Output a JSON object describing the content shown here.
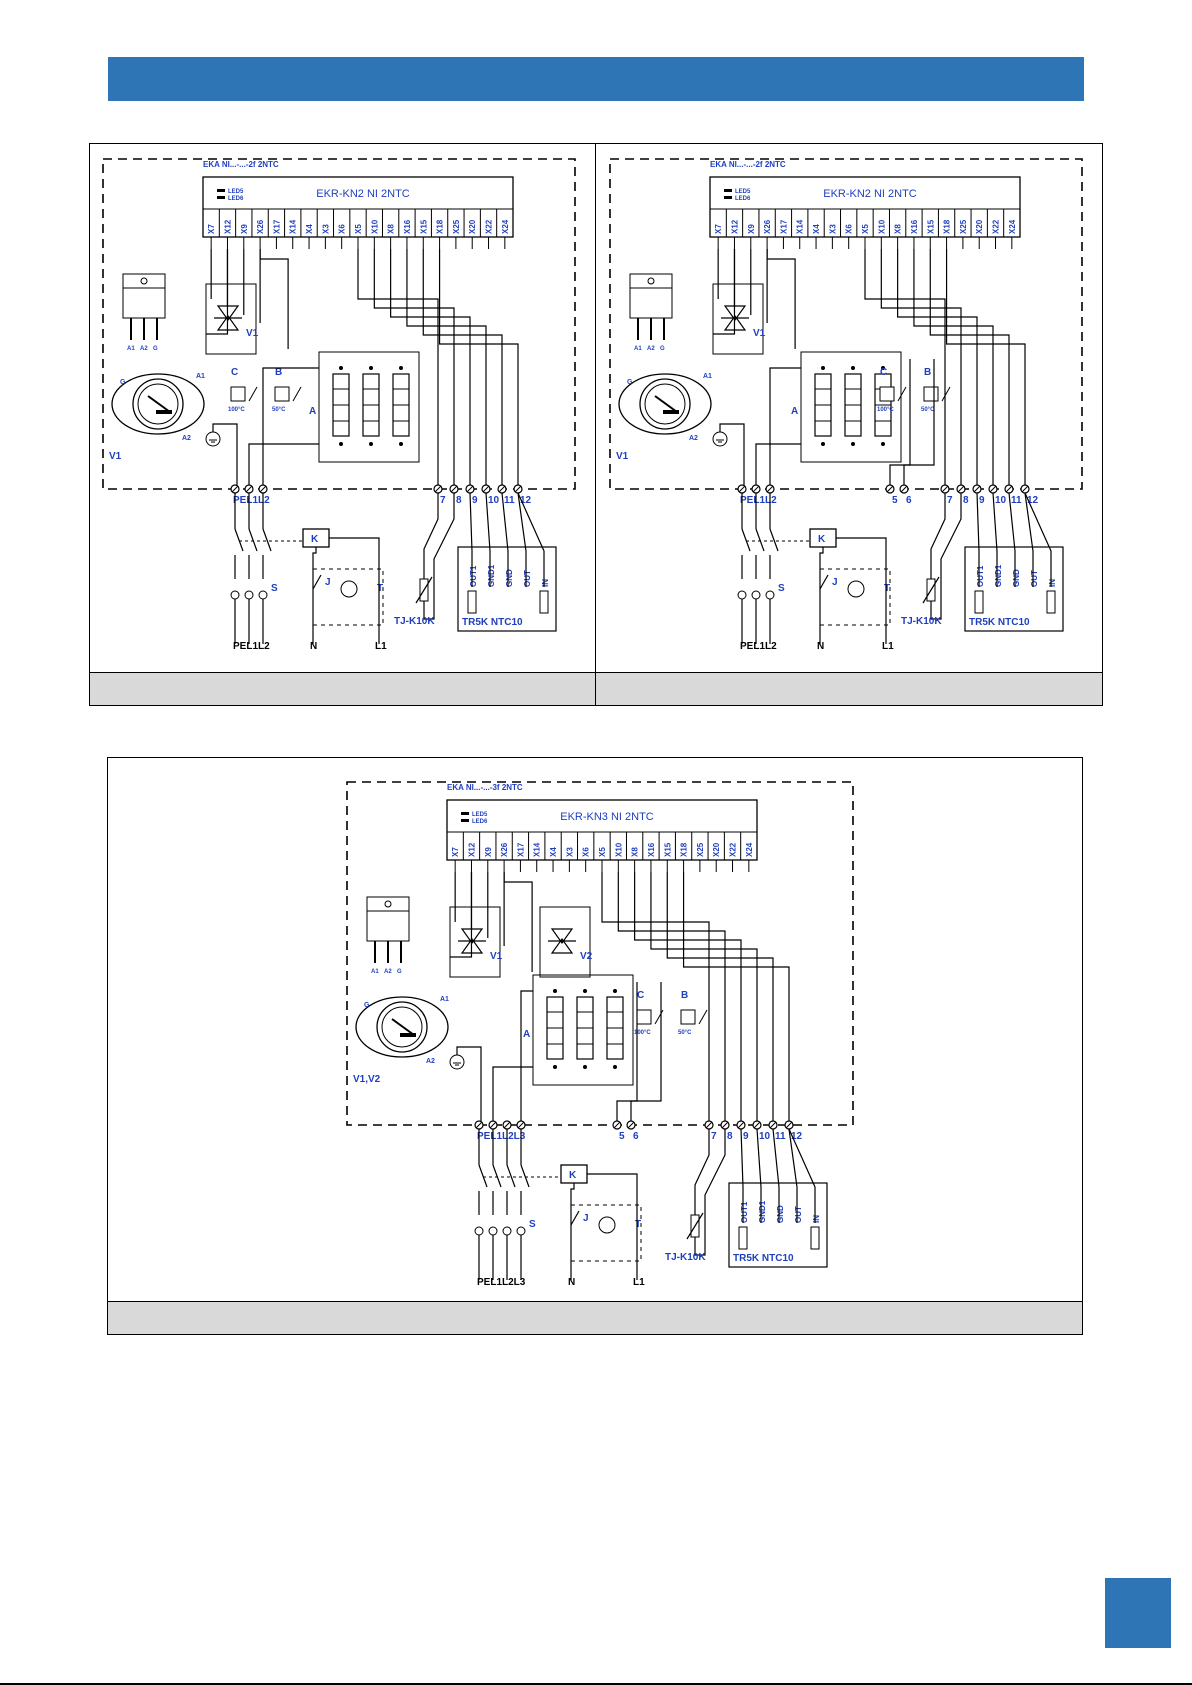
{
  "header": {
    "accent_color": "#2e75b6"
  },
  "wiring_diagrams": [
    {
      "id": "diagram-1",
      "heater_label": "EKA NI...-...-2f 2NTC",
      "controller": "EKR-KN2 NI 2NTC",
      "leds": [
        "LED5",
        "LED6"
      ],
      "terminals": [
        "X7",
        "X12",
        "X9",
        "X26",
        "X17",
        "X14",
        "X4",
        "X3",
        "X6",
        "X5",
        "X10",
        "X8",
        "X16",
        "X15",
        "X18",
        "X25",
        "X20",
        "X22",
        "X24"
      ],
      "triac": "V1",
      "triac_pins": [
        "A1",
        "A2",
        "G"
      ],
      "thermostats": [
        {
          "label": "C",
          "temp": "100°C"
        },
        {
          "label": "B",
          "temp": "50°C"
        }
      ],
      "heater_block": "A",
      "power_terminals": [
        "PE",
        "L1",
        "L2"
      ],
      "signal_terminals": [
        "7",
        "8",
        "9",
        "10",
        "11",
        "12"
      ],
      "contactor": "K",
      "switch": "S",
      "jumper": "J",
      "timer": "T",
      "sensor": "TJ-K10K",
      "module": "TR5K NTC10",
      "module_pins": [
        "OUT1",
        "GND1",
        "GND",
        "OUT",
        "IN"
      ],
      "supply": [
        "PE",
        "L1",
        "L2"
      ],
      "neutral": "N",
      "aux_line": "L1"
    },
    {
      "id": "diagram-2",
      "heater_label": "EKA NI...-...-2f 2NTC",
      "controller": "EKR-KN2 NI 2NTC",
      "leds": [
        "LED5",
        "LED6"
      ],
      "terminals": [
        "X7",
        "X12",
        "X9",
        "X26",
        "X17",
        "X14",
        "X4",
        "X3",
        "X6",
        "X5",
        "X10",
        "X8",
        "X16",
        "X15",
        "X18",
        "X25",
        "X20",
        "X22",
        "X24"
      ],
      "triac": "V1",
      "triac_pins": [
        "A1",
        "A2",
        "G"
      ],
      "thermostats": [
        {
          "label": "C",
          "temp": "100°C"
        },
        {
          "label": "B",
          "temp": "50°C"
        }
      ],
      "heater_block": "A",
      "power_terminals": [
        "PE",
        "L1",
        "L2"
      ],
      "mid_terminals": [
        "5",
        "6"
      ],
      "signal_terminals": [
        "7",
        "8",
        "9",
        "10",
        "11",
        "12"
      ],
      "contactor": "K",
      "switch": "S",
      "jumper": "J",
      "timer": "T",
      "sensor": "TJ-K10K",
      "module": "TR5K NTC10",
      "module_pins": [
        "OUT1",
        "GND1",
        "GND",
        "OUT",
        "IN"
      ],
      "supply": [
        "PE",
        "L1",
        "L2"
      ],
      "neutral": "N",
      "aux_line": "L1"
    },
    {
      "id": "diagram-3",
      "heater_label": "EKA NI...-...-3f 2NTC",
      "controller": "EKR-KN3 NI 2NTC",
      "leds": [
        "LED5",
        "LED6"
      ],
      "terminals": [
        "X7",
        "X12",
        "X9",
        "X26",
        "X17",
        "X14",
        "X4",
        "X3",
        "X6",
        "X5",
        "X10",
        "X8",
        "X16",
        "X15",
        "X18",
        "X25",
        "X20",
        "X22",
        "X24"
      ],
      "triacs": [
        "V1",
        "V2"
      ],
      "triac_pins": [
        "A1",
        "A2",
        "G"
      ],
      "triac_group": "V1,V2",
      "thermostats": [
        {
          "label": "C",
          "temp": "100°C"
        },
        {
          "label": "B",
          "temp": "50°C"
        }
      ],
      "heater_block": "A",
      "power_terminals": [
        "PE",
        "L1",
        "L2",
        "L3"
      ],
      "mid_terminals": [
        "5",
        "6"
      ],
      "signal_terminals": [
        "7",
        "8",
        "9",
        "10",
        "11",
        "12"
      ],
      "contactor": "K",
      "switch": "S",
      "jumper": "J",
      "timer": "T",
      "sensor": "TJ-K10K",
      "module": "TR5K NTC10",
      "module_pins": [
        "OUT1",
        "GND1",
        "GND",
        "OUT",
        "IN"
      ],
      "supply": [
        "PE",
        "L1",
        "L2",
        "L3"
      ],
      "neutral": "N",
      "aux_line": "L1"
    }
  ]
}
